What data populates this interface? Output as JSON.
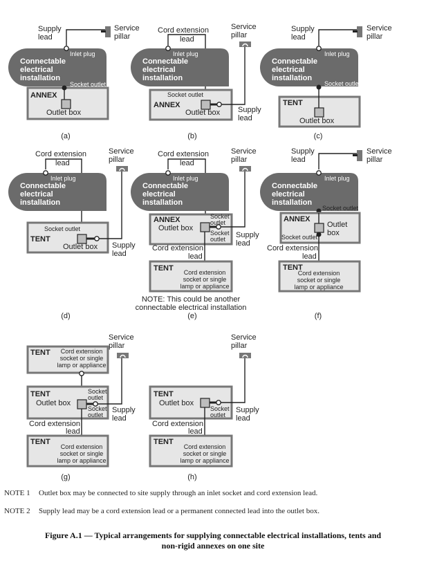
{
  "labels": {
    "supply_lead": [
      "Supply",
      "lead"
    ],
    "service_pillar": [
      "Service",
      "pillar"
    ],
    "cord_extension_lead": "Cord extension",
    "lead_word": "lead",
    "inlet_plug": "Inlet plug",
    "connectable": [
      "Connectable",
      "electrical",
      "installation"
    ],
    "socket_outlet": "Socket outlet",
    "socket_word": "Socket",
    "outlet_word": "outlet",
    "annex": "ANNEX",
    "tent": "TENT",
    "outlet_box": "Outlet box",
    "outlet_box_split": [
      "Outlet",
      "box"
    ],
    "cord_ext_socket": [
      "Cord extension",
      "socket or single",
      "lamp or appliance"
    ],
    "note_e": [
      "NOTE: This could be another",
      "connectable electrical installation"
    ]
  },
  "sub_labels": [
    "(a)",
    "(b)",
    "(c)",
    "(d)",
    "(e)",
    "(f)",
    "(g)",
    "(h)"
  ],
  "notes": [
    {
      "label": "NOTE 1",
      "text": "Outlet box may be connected to site supply through an inlet socket and cord extension lead."
    },
    {
      "label": "NOTE 2",
      "text": "Supply lead may be a cord extension lead or a permanent connected lead into the outlet box."
    }
  ],
  "caption": [
    "Figure A.1 — Typical arrangements for supplying connectable electrical installations, tents and",
    "non-rigid annexes on one site"
  ]
}
